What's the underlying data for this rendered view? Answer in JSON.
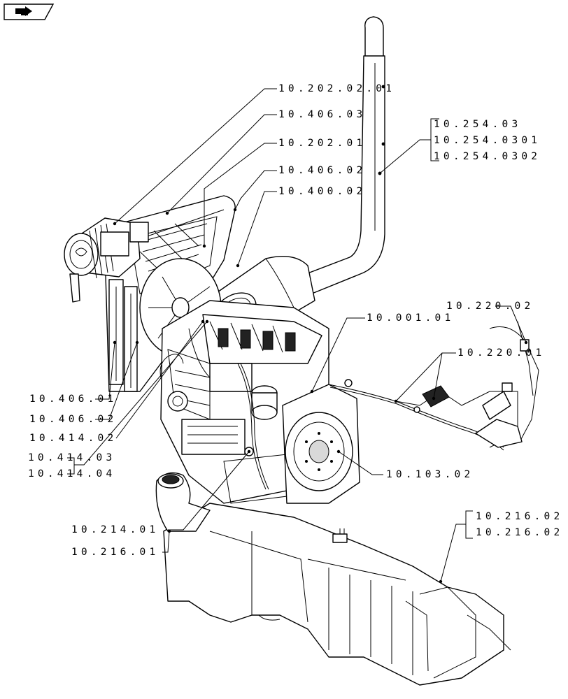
{
  "nav_icon": {
    "name": "book-arrow-icon"
  },
  "callouts": {
    "c1": "10.202.02.01",
    "c2": "10.406.03",
    "c3": "10.202.01",
    "c4": "10.406.02",
    "c5": "10.400.02",
    "c6": "10.254.03",
    "c7": "10.254.0301",
    "c8": "10.254.0302",
    "c9": "10.220.02",
    "c10": "10.001.01",
    "c11": "10.220.01",
    "c12": "10.406.01",
    "c13": "10.406.02",
    "c14": "10.414.02",
    "c15": "10.414.03",
    "c16": "10.414.04",
    "c17": "10.103.02",
    "c18": "10.214.01",
    "c19": "10.216.01",
    "c20": "10.216.02",
    "c21": "10.216.02"
  }
}
